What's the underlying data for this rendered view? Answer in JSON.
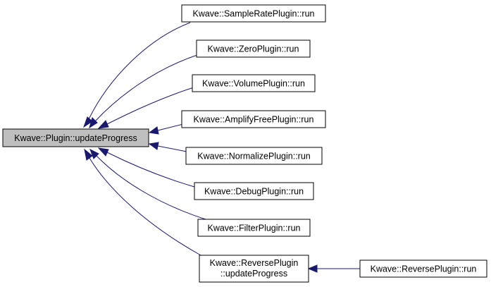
{
  "graph": {
    "colors": {
      "edge": "#191970",
      "root_fill": "#bfbfbf",
      "node_fill": "#ffffff",
      "node_border": "#000000"
    },
    "root": {
      "label": "Kwave::Plugin::updateProgress"
    },
    "callers": [
      {
        "label": "Kwave::SampleRatePlugin::run"
      },
      {
        "label": "Kwave::ZeroPlugin::run"
      },
      {
        "label": "Kwave::VolumePlugin::run"
      },
      {
        "label": "Kwave::AmplifyFreePlugin::run"
      },
      {
        "label": "Kwave::NormalizePlugin::run"
      },
      {
        "label": "Kwave::DebugPlugin::run"
      },
      {
        "label": "Kwave::FilterPlugin::run"
      },
      {
        "label_line1": "Kwave::ReversePlugin",
        "label_line2": "::updateProgress"
      }
    ],
    "second_level_caller": {
      "label": "Kwave::ReversePlugin::run"
    }
  }
}
